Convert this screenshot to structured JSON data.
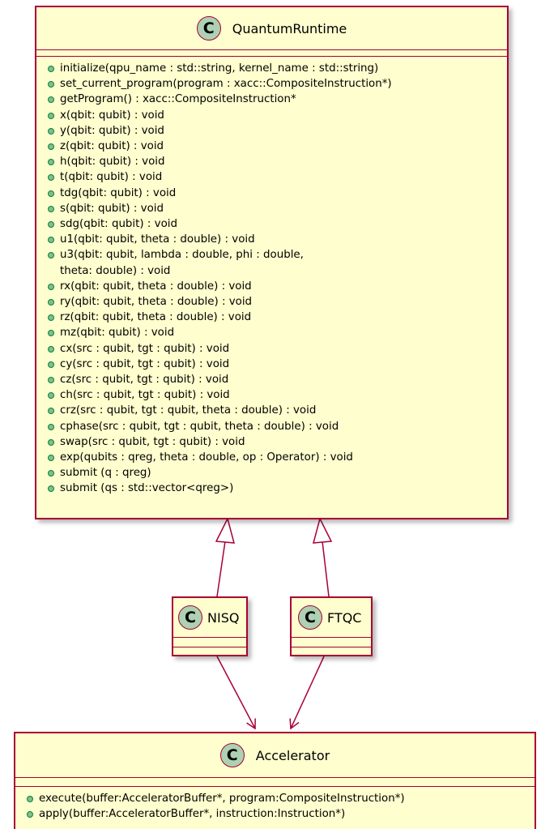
{
  "classes": {
    "quantum_runtime": {
      "stereotype": "C",
      "name": "QuantumRuntime",
      "methods": [
        "initialize(qpu_name : std::string, kernel_name : std::string)",
        "set_current_program(program : xacc::CompositeInstruction*)",
        "getProgram() : xacc::CompositeInstruction*",
        "x(qbit: qubit) : void",
        "y(qbit: qubit) : void",
        "z(qbit: qubit) : void",
        "h(qbit: qubit) : void",
        "t(qbit: qubit) : void",
        "tdg(qbit: qubit) : void",
        "s(qbit: qubit) : void",
        "sdg(qbit: qubit) : void",
        "u1(qbit: qubit, theta : double) : void",
        "u3(qbit: qubit, lambda : double, phi : double,",
        "rx(qbit: qubit, theta : double) : void",
        "ry(qbit: qubit, theta : double) : void",
        "rz(qbit: qubit, theta : double) : void",
        "mz(qbit: qubit) : void",
        "cx(src : qubit, tgt : qubit) : void",
        "cy(src : qubit, tgt : qubit) : void",
        "cz(src : qubit, tgt : qubit) : void",
        "ch(src : qubit, tgt : qubit) : void",
        "crz(src : qubit, tgt : qubit, theta : double) : void",
        "cphase(src : qubit, tgt : qubit, theta : double) : void",
        "swap(src : qubit, tgt : qubit) : void",
        "exp(qubits : qreg, theta : double, op : Operator) : void",
        "submit (q : qreg)",
        "submit (qs : std::vector<qreg>)"
      ],
      "method_continuation": "theta: double) : void"
    },
    "nisq": {
      "stereotype": "C",
      "name": "NISQ"
    },
    "ftqc": {
      "stereotype": "C",
      "name": "FTQC"
    },
    "accelerator": {
      "stereotype": "C",
      "name": "Accelerator",
      "methods": [
        "execute(buffer:AcceleratorBuffer*, program:CompositeInstruction*)",
        "apply(buffer:AcceleratorBuffer*, instruction:Instruction*)"
      ]
    }
  },
  "relations": [
    {
      "from": "NISQ",
      "to": "QuantumRuntime",
      "kind": "extension"
    },
    {
      "from": "FTQC",
      "to": "QuantumRuntime",
      "kind": "extension"
    },
    {
      "from": "NISQ",
      "to": "Accelerator",
      "kind": "association"
    },
    {
      "from": "FTQC",
      "to": "Accelerator",
      "kind": "association"
    }
  ],
  "colors": {
    "class_fill": "#fefece",
    "border": "#a80036",
    "badge_fill": "#add1b2",
    "visibility_dot": "#84be84"
  }
}
